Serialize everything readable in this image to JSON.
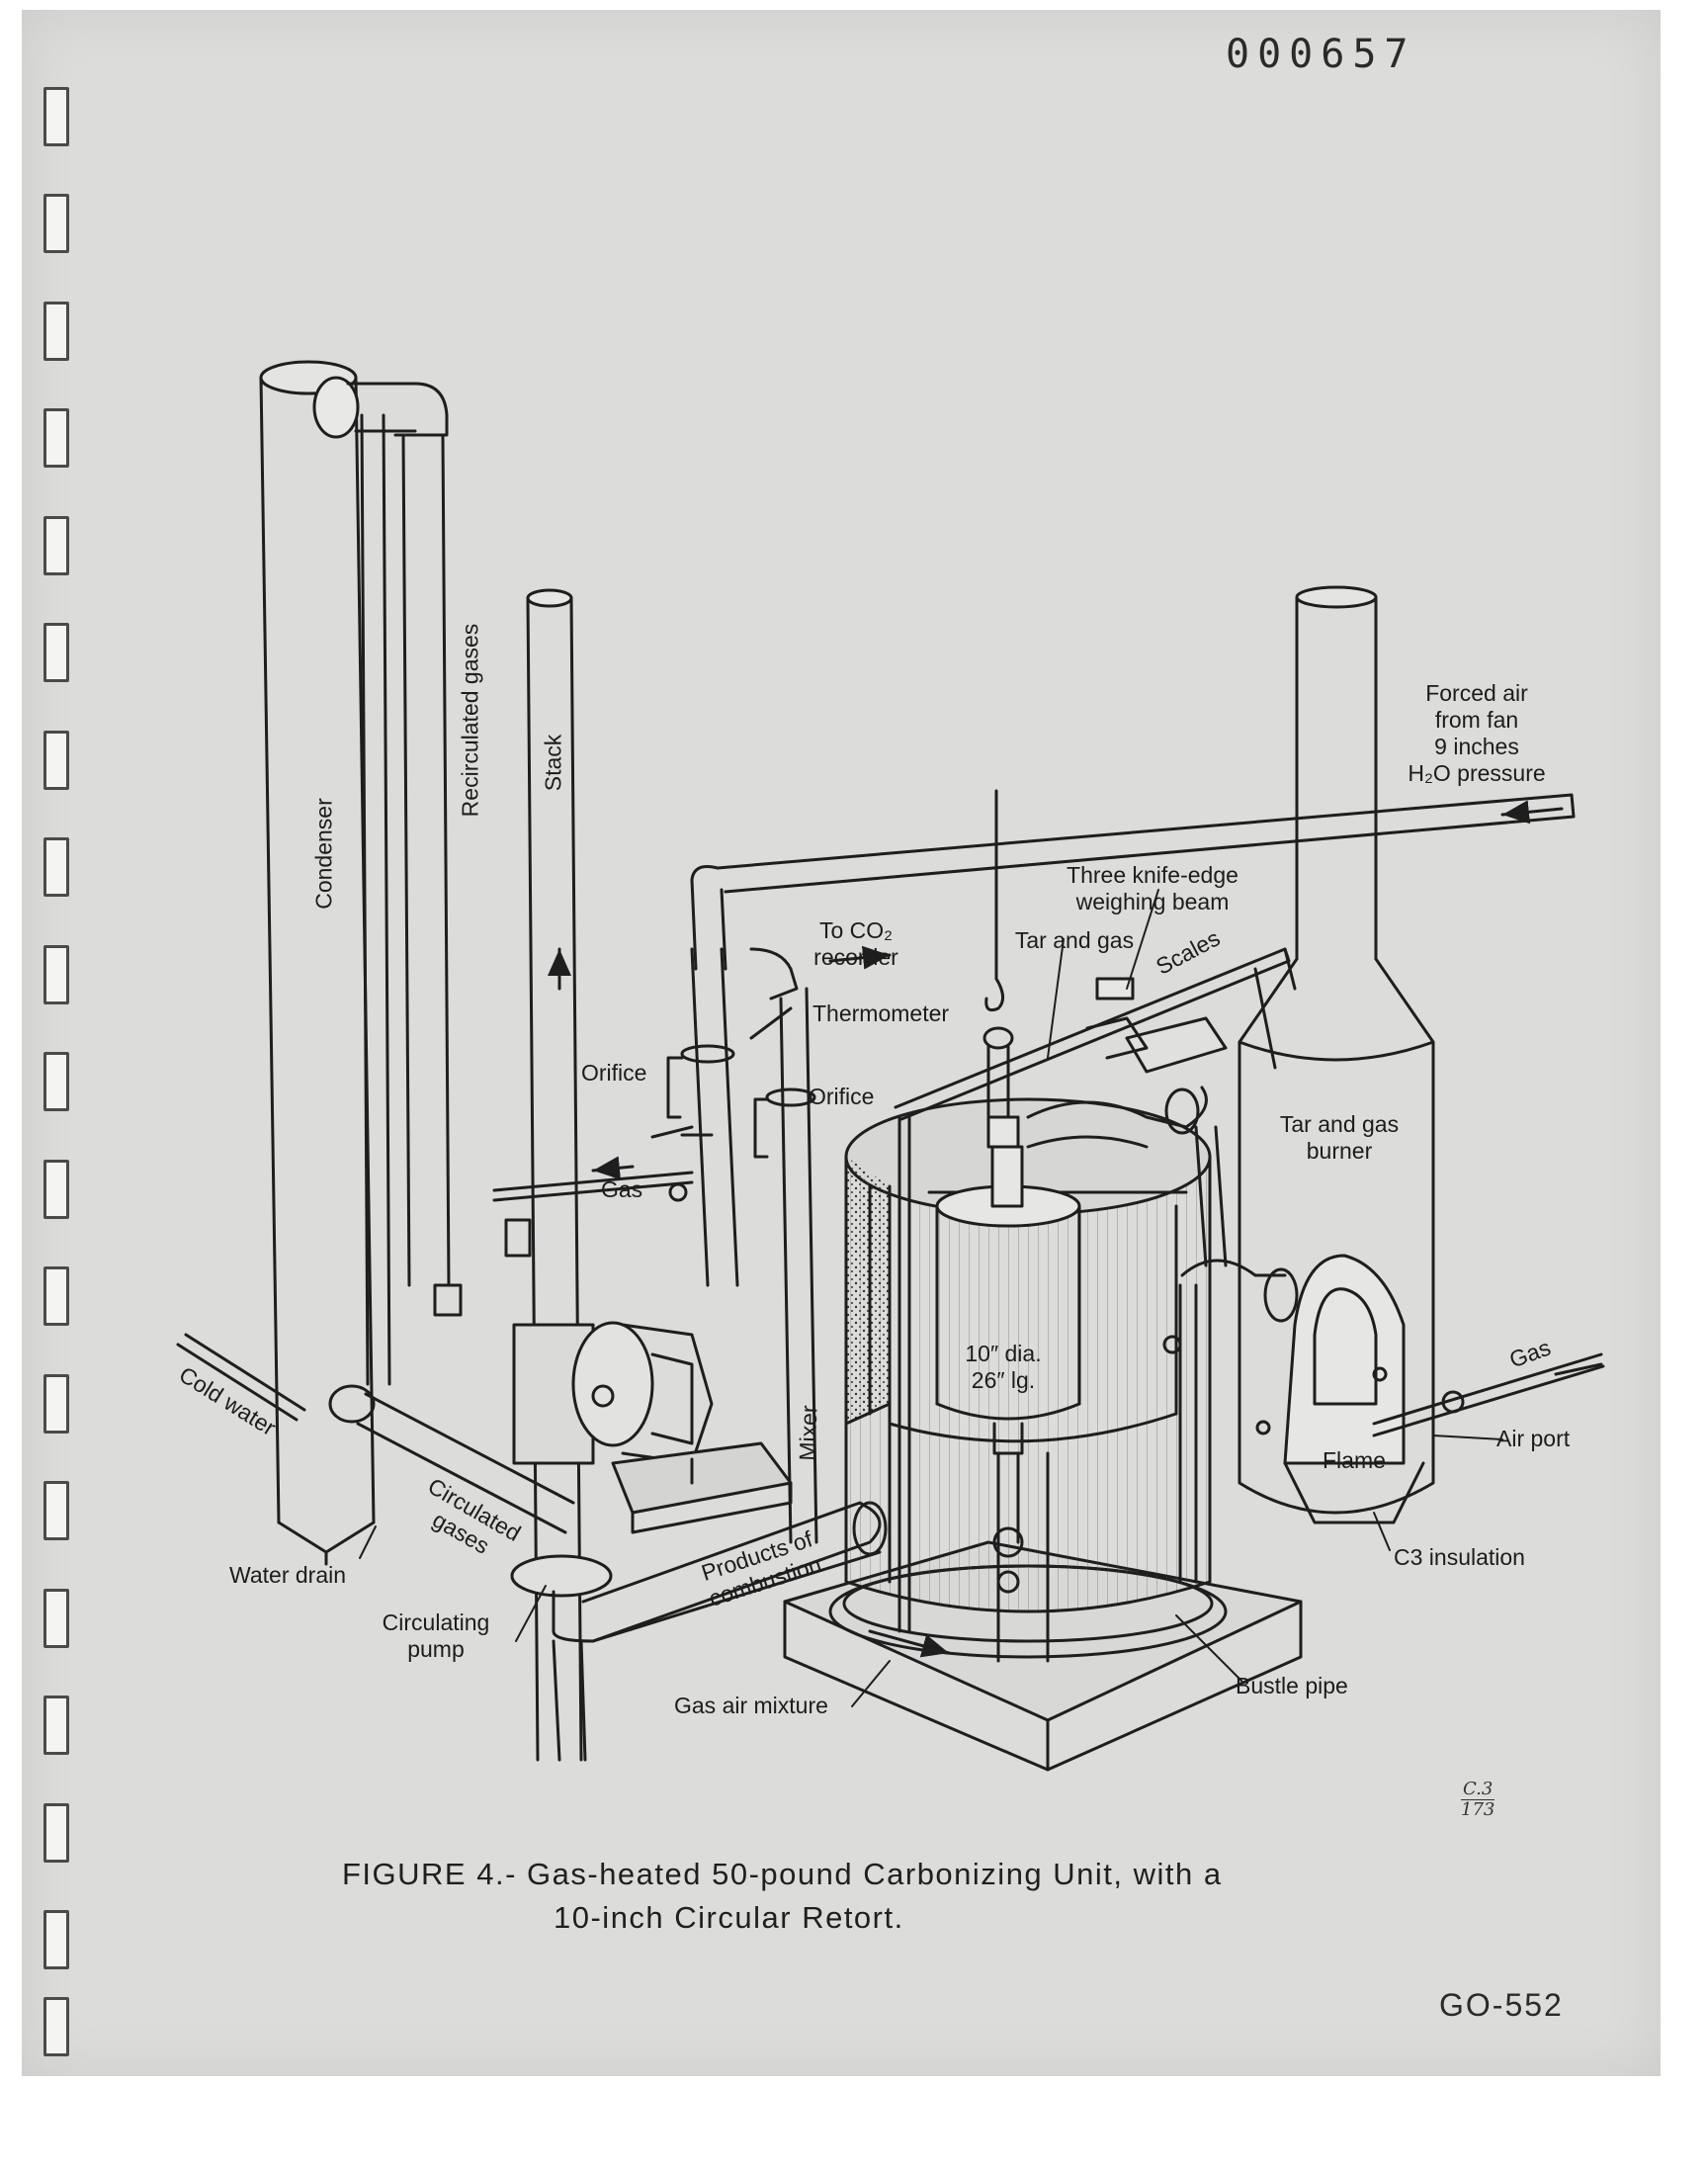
{
  "serial_number": "000657",
  "doc_number": "GO-552",
  "handwritten_note": {
    "top": "C.3",
    "bottom": "173"
  },
  "caption": {
    "line1": "FIGURE 4.- Gas-heated 50-pound Carbonizing Unit, with a",
    "line2": "10-inch Circular Retort."
  },
  "labels": {
    "condenser": "Condenser",
    "recirculated_gases": "Recirculated gases",
    "stack": "Stack",
    "forced_air": [
      "Forced air",
      "from fan",
      "9 inches",
      "H₂O pressure"
    ],
    "knife_edge": [
      "Three knife-edge",
      "weighing beam"
    ],
    "to_co2": [
      "To CO₂",
      "recorder"
    ],
    "tar_and_gas": "Tar and gas",
    "scales": "Scales",
    "thermometer": "Thermometer",
    "orifice_left": "Orifice",
    "orifice_right": "Orifice",
    "tar_gas_burner": [
      "Tar and gas",
      "burner"
    ],
    "gas_left": "Gas",
    "gas_right": "Gas",
    "retort_size": [
      "10″ dia.",
      "26″ lg."
    ],
    "air_port": "Air port",
    "flame": "Flame",
    "mixer": "Mixer",
    "cold_water": "Cold water",
    "circulated_gases": [
      "Circulated",
      "gases"
    ],
    "products_of_combustion": [
      "Products of",
      "combustion"
    ],
    "c3_insulation": "C3 insulation",
    "water_drain": "Water drain",
    "circulating_pump": [
      "Circulating",
      "pump"
    ],
    "gas_air_mixture": "Gas air mixture",
    "bustle_pipe": "Bustle pipe"
  }
}
